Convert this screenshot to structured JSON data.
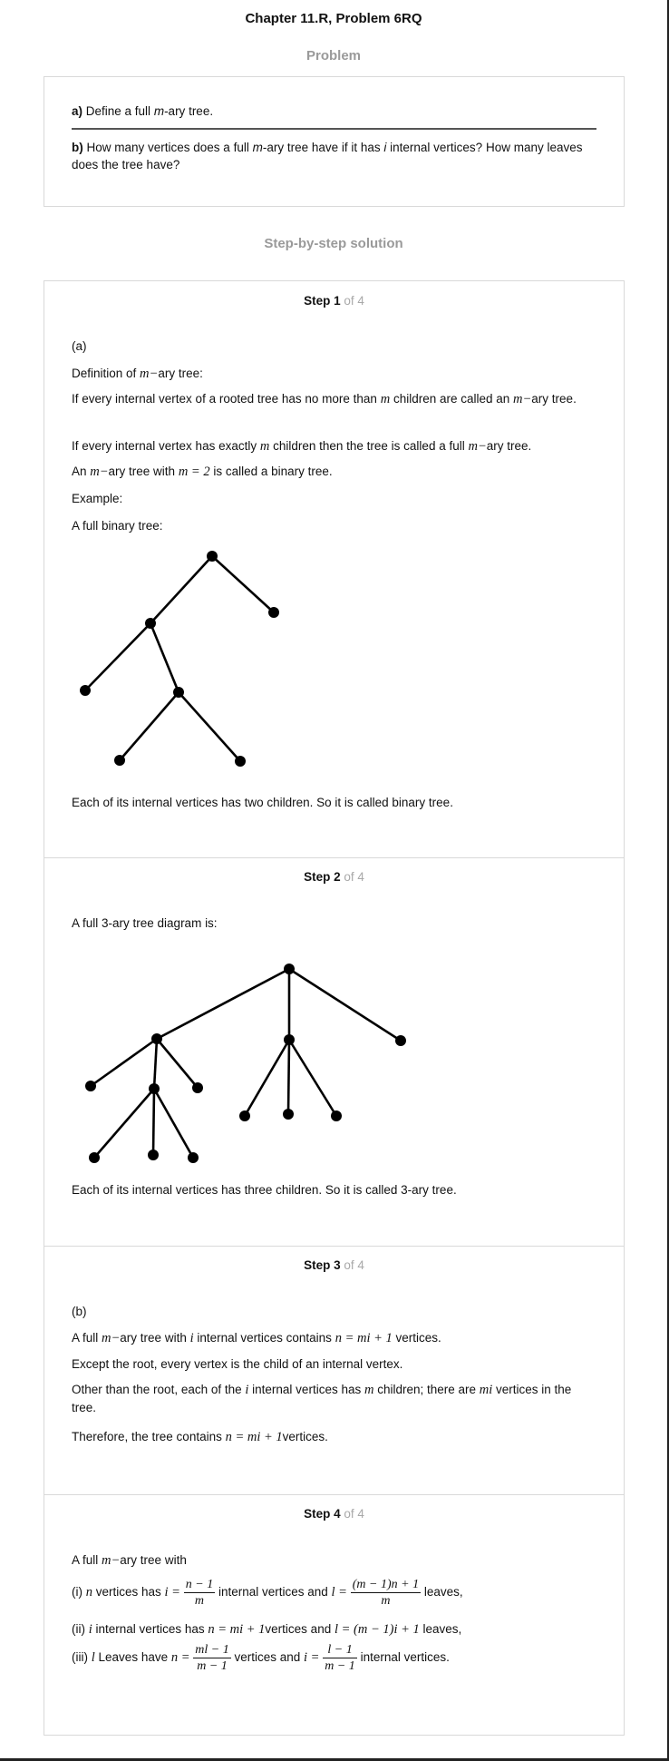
{
  "header": {
    "chapter_title": "Chapter 11.R, Problem 6RQ"
  },
  "problem": {
    "heading": "Problem",
    "part_a_label": "a)",
    "part_a_pre": " Define a full ",
    "part_a_var": "m",
    "part_a_post": "-ary tree.",
    "part_b_label": "b)",
    "part_b_pre": " How many vertices does a full ",
    "part_b_var_m": "m",
    "part_b_mid": "-ary tree have if it has ",
    "part_b_var_i": "i",
    "part_b_post": " internal vertices? How many leaves does the tree have?"
  },
  "solution": {
    "heading": "Step-by-step solution",
    "steps": [
      {
        "label": "Step 1",
        "of": " of 4",
        "part": "(a)",
        "def_pre": "Definition of ",
        "def_math": "m−",
        "def_post": "ary tree:",
        "l1_pre": "If every internal vertex of a rooted tree has no more than ",
        "l1_math": "m",
        "l1_mid": " children are called an ",
        "l1_math2": "m−",
        "l1_post": "ary tree.",
        "l2_pre": "If every internal vertex has exactly ",
        "l2_math": "m",
        "l2_mid": " children then the tree is called a full ",
        "l2_math2": "m−",
        "l2_post": "ary tree.",
        "l3_pre": "An ",
        "l3_math": "m−",
        "l3_mid": "ary tree with ",
        "l3_math2": "m = 2",
        "l3_post": " is called a binary tree.",
        "example": "Example:",
        "example_caption": "A full binary tree:",
        "conclusion": "Each of its internal vertices has two children. So it is called binary tree."
      },
      {
        "label": "Step 2",
        "of": " of 4",
        "intro": "A full 3-ary tree diagram is:",
        "conclusion": "Each of its internal vertices has three children. So it is called 3-ary tree."
      },
      {
        "label": "Step 3",
        "of": " of 4",
        "part": "(b)",
        "l1_pre": "A full ",
        "l1_math": "m−",
        "l1_mid": "ary tree with ",
        "l1_math2": "i",
        "l1_mid2": " internal vertices contains ",
        "l1_math3": "n = mi + 1",
        "l1_post": " vertices.",
        "l2": "Except the root, every vertex is the child of an internal vertex.",
        "l3_pre": "Other than the root, each of the ",
        "l3_math": "i",
        "l3_mid": " internal vertices has ",
        "l3_math2": "m",
        "l3_mid2": " children; there are ",
        "l3_math3": "mi",
        "l3_post": " vertices in the tree.",
        "l4_pre": "Therefore, the tree contains ",
        "l4_math": "n = mi + 1",
        "l4_post": "vertices."
      },
      {
        "label": "Step 4",
        "of": " of 4",
        "l1_pre": "A full ",
        "l1_math": "m−",
        "l1_post": "ary tree with",
        "i_label": "(i) ",
        "i_math1": "n",
        "i_txt1": " vertices has ",
        "i_math2": "i =",
        "i_frac1_num": "n − 1",
        "i_frac1_den": "m",
        "i_txt2": " internal vertices and ",
        "i_math3": "l =",
        "i_frac2_num": "(m − 1)n + 1",
        "i_frac2_den": "m",
        "i_txt3": " leaves,",
        "ii_label": "(ii) ",
        "ii_math1": "i",
        "ii_txt1": " internal vertices has ",
        "ii_math2": "n = mi + 1",
        "ii_txt2": "vertices and ",
        "ii_math3": "l = (m − 1)i + 1",
        "ii_txt3": " leaves,",
        "iii_label": "(iii) ",
        "iii_math1": "l",
        "iii_txt1": " Leaves have ",
        "iii_math2": "n =",
        "iii_frac1_num": "ml − 1",
        "iii_frac1_den": "m − 1",
        "iii_txt2": " vertices and ",
        "iii_math3": "i =",
        "iii_frac2_num": "l − 1",
        "iii_frac2_den": "m − 1",
        "iii_txt3": " internal vertices."
      }
    ]
  }
}
